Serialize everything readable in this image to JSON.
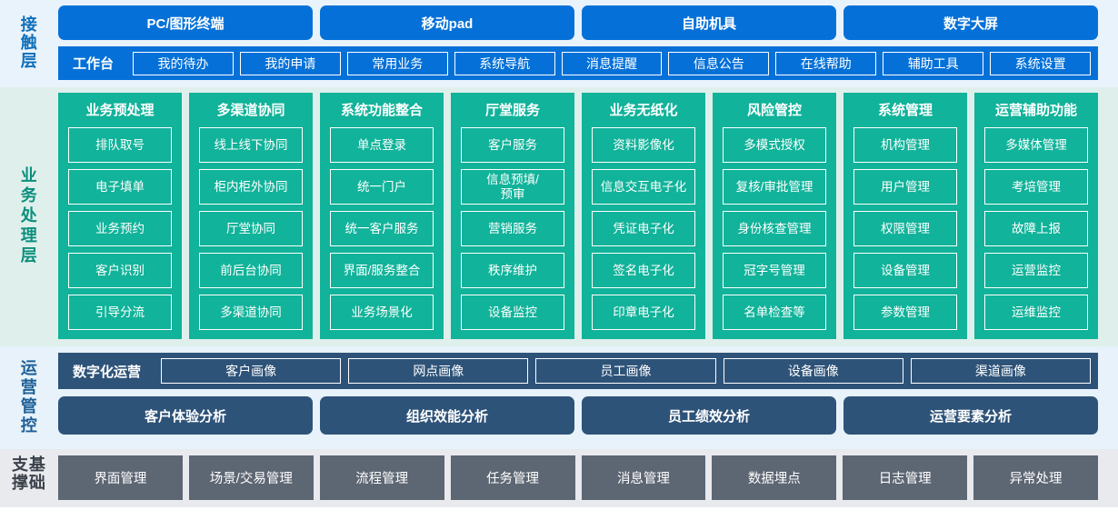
{
  "colors": {
    "contact_blue": "#0571d8",
    "contact_bg": "#e9f3fb",
    "business_teal": "#11b39a",
    "business_bg": "#dff0ec",
    "ops_navy": "#2e5379",
    "ops_bg": "#e7f2fa",
    "base_gray": "#5d6673",
    "base_bg": "#e8eaed",
    "white": "#ffffff"
  },
  "layers": {
    "contact": {
      "label": "接触层",
      "channels": [
        {
          "label": "PC/图形终端"
        },
        {
          "label": "移动pad"
        },
        {
          "label": "自助机具"
        },
        {
          "label": "数字大屏"
        }
      ],
      "toolbar_title": "工作台",
      "toolbar_items": [
        {
          "label": "我的待办"
        },
        {
          "label": "我的申请"
        },
        {
          "label": "常用业务"
        },
        {
          "label": "系统导航"
        },
        {
          "label": "消息提醒"
        },
        {
          "label": "信息公告"
        },
        {
          "label": "在线帮助"
        },
        {
          "label": "辅助工具"
        },
        {
          "label": "系统设置"
        }
      ]
    },
    "business": {
      "label": "业务处理层",
      "columns": [
        {
          "title": "业务预处理",
          "items": [
            "排队取号",
            "电子填单",
            "业务预约",
            "客户识别",
            "引导分流"
          ]
        },
        {
          "title": "多渠道协同",
          "items": [
            "线上线下协同",
            "柜内柜外协同",
            "厅堂协同",
            "前后台协同",
            "多渠道协同"
          ]
        },
        {
          "title": "系统功能整合",
          "items": [
            "单点登录",
            "统一门户",
            "统一客户服务",
            "界面/服务整合",
            "业务场景化"
          ]
        },
        {
          "title": "厅堂服务",
          "items": [
            "客户服务",
            "信息预填/\n预审",
            "营销服务",
            "秩序维护",
            "设备监控"
          ]
        },
        {
          "title": "业务无纸化",
          "items": [
            "资料影像化",
            "信息交互电子化",
            "凭证电子化",
            "签名电子化",
            "印章电子化"
          ]
        },
        {
          "title": "风险管控",
          "items": [
            "多模式授权",
            "复核/审批管理",
            "身份核查管理",
            "冠字号管理",
            "名单检查等"
          ]
        },
        {
          "title": "系统管理",
          "items": [
            "机构管理",
            "用户管理",
            "权限管理",
            "设备管理",
            "参数管理"
          ]
        },
        {
          "title": "运营辅助功能",
          "items": [
            "多媒体管理",
            "考培管理",
            "故障上报",
            "运营监控",
            "运维监控"
          ]
        }
      ]
    },
    "ops": {
      "label": "运营管控",
      "digital_title": "数字化运营",
      "portrait_items": [
        {
          "label": "客户画像"
        },
        {
          "label": "网点画像"
        },
        {
          "label": "员工画像"
        },
        {
          "label": "设备画像"
        },
        {
          "label": "渠道画像"
        }
      ],
      "analysis_items": [
        {
          "label": "客户体验分析"
        },
        {
          "label": "组织效能分析"
        },
        {
          "label": "员工绩效分析"
        },
        {
          "label": "运营要素分析"
        }
      ]
    },
    "base": {
      "label": "基础支撑",
      "items": [
        {
          "label": "界面管理"
        },
        {
          "label": "场景/交易管理"
        },
        {
          "label": "流程管理"
        },
        {
          "label": "任务管理"
        },
        {
          "label": "消息管理"
        },
        {
          "label": "数据埋点"
        },
        {
          "label": "日志管理"
        },
        {
          "label": "异常处理"
        }
      ]
    }
  }
}
